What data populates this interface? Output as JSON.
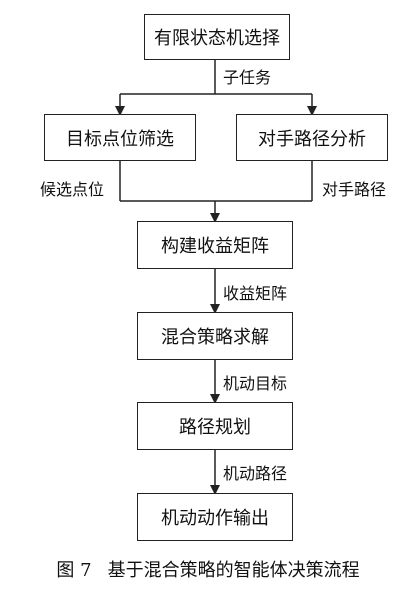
{
  "nodes": {
    "fsm": "有限状态机选择",
    "target_filter": "目标点位筛选",
    "opponent_path": "对手路径分析",
    "payoff_matrix": "构建收益矩阵",
    "mixed_strategy": "混合策略求解",
    "path_planning": "路径规划",
    "output": "机动动作输出"
  },
  "edges": {
    "subtask": "子任务",
    "candidate_points": "候选点位",
    "opponent_route": "对手路径",
    "payoff_matrix": "收益矩阵",
    "maneuver_target": "机动目标",
    "maneuver_path": "机动路径"
  },
  "caption": {
    "number": "图 7",
    "title": "基于混合策略的智能体决策流程"
  }
}
